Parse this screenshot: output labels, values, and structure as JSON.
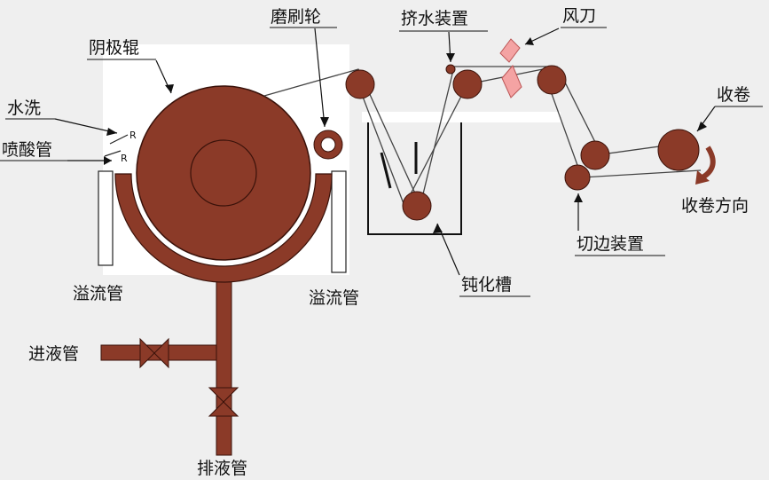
{
  "labels": {
    "cathode_roll": "阴极辊",
    "brush_wheel": "磨刷轮",
    "squeeze_device": "挤水装置",
    "air_knife": "风刀",
    "water_wash": "水洗",
    "acid_spray_pipe": "喷酸管",
    "take_up": "收卷",
    "take_up_direction": "收卷方向",
    "overflow_pipe_left": "溢流管",
    "overflow_pipe_right": "溢流管",
    "passivation_tank": "钝化槽",
    "edge_trimmer": "切边装置",
    "inlet_pipe": "进液管",
    "drain_pipe": "排液管"
  },
  "colors": {
    "roll": "#8b3a28",
    "roll_stroke": "#3a120a",
    "pipe": "#8b3a28",
    "air_knife": "#f4a3a3",
    "background": "#efefef",
    "panel": "#ffffff"
  }
}
